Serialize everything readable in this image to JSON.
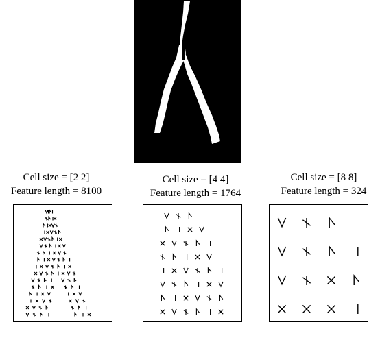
{
  "figure": {
    "panels": [
      {
        "cell_label": "Cell size = [2 2]",
        "feature_label": "Feature length = 8100"
      },
      {
        "cell_label": "Cell size = [4 4]",
        "feature_label": "Feature length = 1764"
      },
      {
        "cell_label": "Cell size = [8 8]",
        "feature_label": "Feature length = 324"
      }
    ]
  },
  "colors": {
    "background": "#ffffff",
    "ink": "#000000"
  }
}
